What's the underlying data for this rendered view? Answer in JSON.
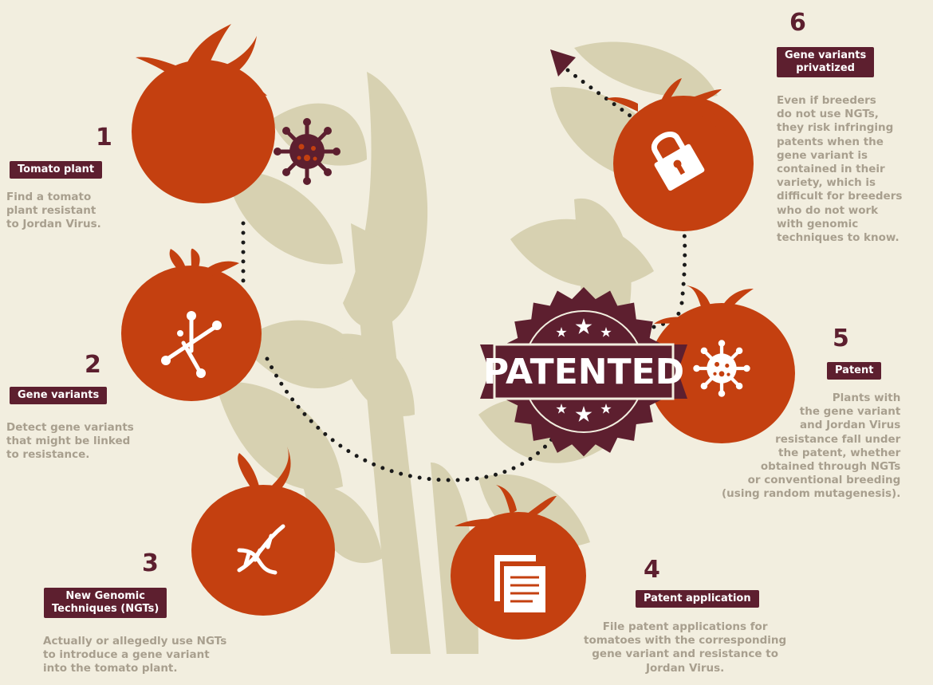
{
  "steps": [
    {
      "number": "1",
      "label": "Tomato plant",
      "description": "Find a tomato\nplant resistant\nto Jordan Virus.",
      "icon": "virus-icon"
    },
    {
      "number": "2",
      "label": "Gene variants",
      "description": "Detect gene variants\nthat might be linked\nto resistance.",
      "icon": "molecule-icon"
    },
    {
      "number": "3",
      "label": "New Genomic\nTechniques (NGTs)",
      "description": "Actually or allegedly use NGTs\nto introduce a gene variant\ninto the tomato plant.",
      "icon": "dna-icon"
    },
    {
      "number": "4",
      "label": "Patent application",
      "description": "File patent applications for\ntomatoes with the corresponding\ngene variant and resistance to\nJordan Virus.",
      "icon": "documents-icon"
    },
    {
      "number": "5",
      "label": "Patent",
      "description": "Plants with\nthe gene variant\nand Jordan Virus\nresistance fall under\nthe patent, whether\nobtained through NGTs\nor conventional breeding\n(using random mutagenesis).",
      "icon": "virus-icon"
    },
    {
      "number": "6",
      "label": "Gene variants\nprivatized",
      "description": "Even if breeders\ndo not use NGTs,\nthey risk infringing\npatents when the\ngene variant is\ncontained in their\nvariety, which is\ndifficult for breeders\nwho do not work\nwith genomic\ntechniques to know.",
      "icon": "padlock-icon"
    }
  ],
  "seal": {
    "text": "PATENTED",
    "icon": "star-icon"
  },
  "colors": {
    "tomato": "#c44010",
    "maroon": "#5d1f2f",
    "leaf": "#d7d1b1",
    "background": "#f2eedf",
    "text": "#a89f8e"
  }
}
